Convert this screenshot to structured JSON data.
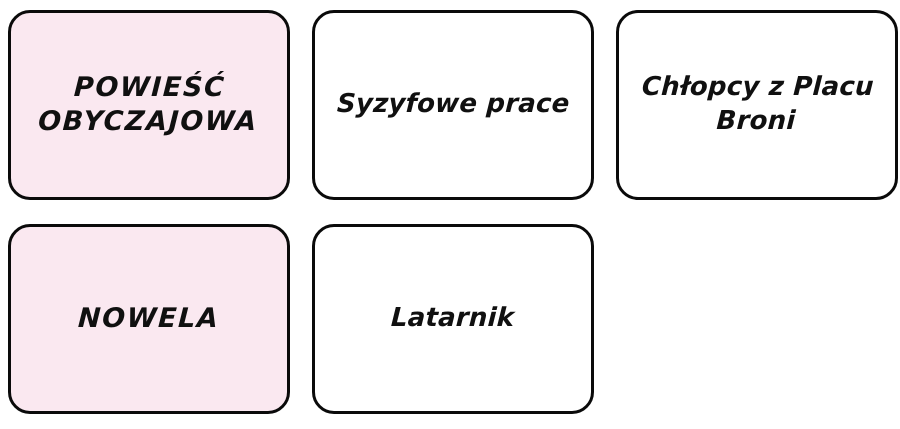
{
  "board": {
    "title": "Literary genres and works matching board",
    "background_color": "#ffffff",
    "card_border_color": "#0a0a0a",
    "category_card_color": "#fae8f0",
    "work_card_color": "#ffffff"
  },
  "rows": [
    {
      "cells": [
        {
          "kind": "category",
          "label": "POWIEŚĆ OBYCZAJOWA",
          "lines": [
            "POWIEŚĆ",
            "OBYCZAJOWA"
          ],
          "line1": "POWIEŚĆ",
          "line2": "OBYCZAJOWA",
          "empty": false
        },
        {
          "kind": "work",
          "label": "Syzyfowe prace",
          "lines": [
            "Syzyfowe prace"
          ],
          "line1": "Syzyfowe prace",
          "line2": "",
          "empty": false
        },
        {
          "kind": "work",
          "label": "Chłopcy z Placu Broni",
          "lines": [
            "Chłopcy z Placu",
            "Broni"
          ],
          "line1": "Chłopcy z Placu",
          "line2": "Broni",
          "empty": false
        }
      ]
    },
    {
      "cells": [
        {
          "kind": "category",
          "label": "NOWELA",
          "lines": [
            "NOWELA"
          ],
          "line1": "NOWELA",
          "line2": "",
          "empty": false
        },
        {
          "kind": "work",
          "label": "Latarnik",
          "lines": [
            "Latarnik"
          ],
          "line1": "Latarnik",
          "line2": "",
          "empty": false
        },
        {
          "kind": "empty",
          "label": "",
          "lines": [],
          "line1": "",
          "line2": "",
          "empty": true
        }
      ]
    }
  ]
}
